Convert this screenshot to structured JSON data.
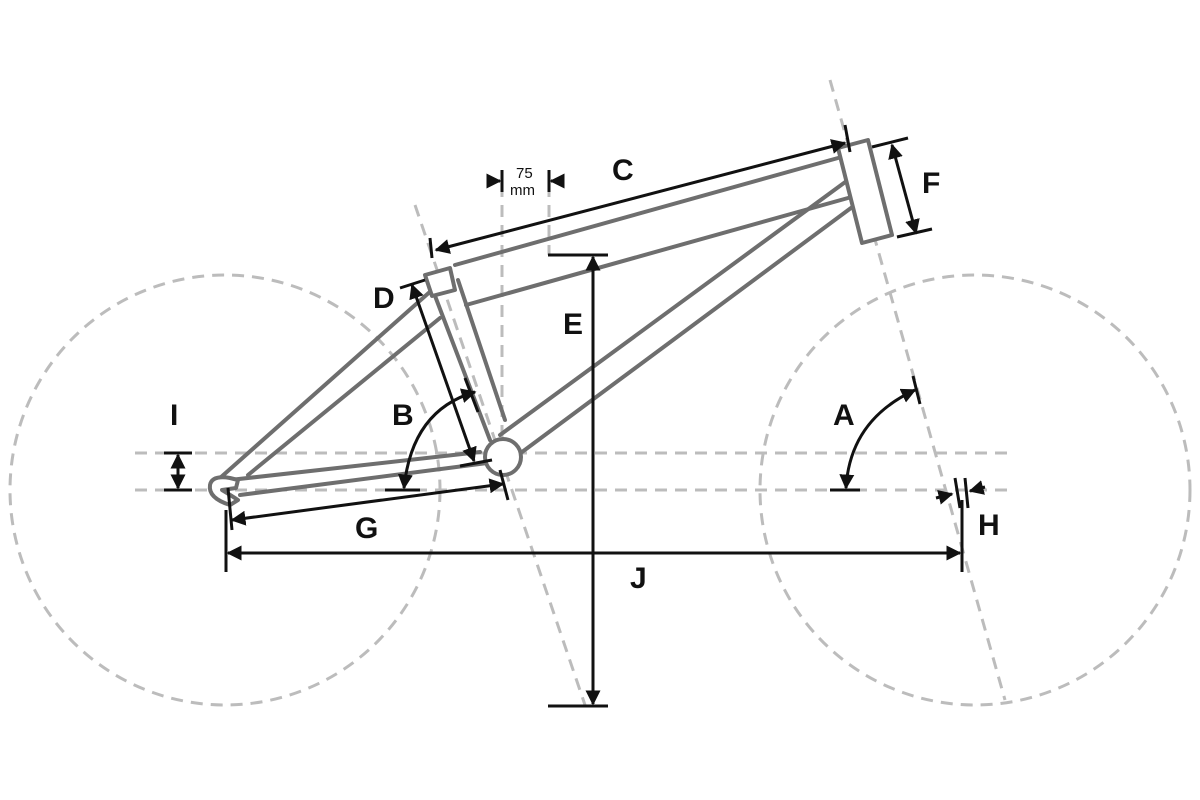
{
  "labels": {
    "A": "A",
    "B": "B",
    "C": "C",
    "D": "D",
    "E": "E",
    "F": "F",
    "G": "G",
    "H": "H",
    "I": "I",
    "J": "J"
  },
  "offset": {
    "value": "75",
    "unit": "mm"
  }
}
